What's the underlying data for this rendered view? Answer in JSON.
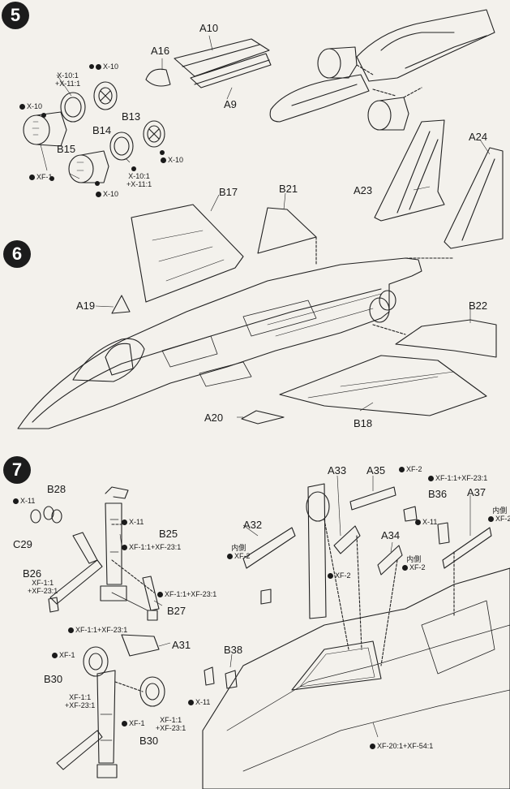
{
  "steps": {
    "s5": "5",
    "s6": "6",
    "s7": "7"
  },
  "parts": {
    "A10": "A10",
    "A16": "A16",
    "A9": "A9",
    "B13": "B13",
    "B14": "B14",
    "B15": "B15",
    "A23": "A23",
    "A24": "A24",
    "B17": "B17",
    "B21": "B21",
    "A19": "A19",
    "B22": "B22",
    "A20": "A20",
    "B18": "B18",
    "B28": "B28",
    "C29": "C29",
    "B25": "B25",
    "B26": "B26",
    "B27": "B27",
    "A31": "A31",
    "B30a": "B30",
    "B30b": "B30",
    "A32": "A32",
    "A33": "A33",
    "A35": "A35",
    "B36": "B36",
    "A37": "A37",
    "A34": "A34",
    "B38": "B38"
  },
  "paints": {
    "x10a": "X-10",
    "x10x11a_1": "X-10:1",
    "x10x11a_2": "+X-11:1",
    "x10b": "X-10",
    "xf1a": "XF-1",
    "x10c": "X-10",
    "x10d": "X-10",
    "x10x11b_1": "X-10:1",
    "x10x11b_2": "+X-11:1",
    "x11a": "X-11",
    "x11b": "X-11",
    "xf1xf23a": "XF-1:1+XF-23:1",
    "xf1xf23b_1": "XF-1:1",
    "xf1xf23b_2": "+XF-23:1",
    "xf1xf23c": "XF-1:1+XF-23:1",
    "xf1xf23d": "XF-1:1+XF-23:1",
    "xf1b": "XF-1",
    "xf1xf23e_1": "XF-1:1",
    "xf1xf23e_2": "+XF-23:1",
    "xf1c": "XF-1",
    "xf1xf23f_1": "XF-1:1",
    "xf1xf23f_2": "+XF-23:1",
    "inner_a": "内側",
    "xf2a": "XF-2",
    "xf2b": "XF-2",
    "xf2c": "XF-2",
    "xf1xf23g": "XF-1:1+XF-23:1",
    "x11c": "X-11",
    "inner_b": "内側",
    "xf2d": "XF-2",
    "inner_c": "内側",
    "xf2e": "XF-2",
    "x11d": "X-11",
    "xf20xf54": "XF-20:1+XF-54:1"
  }
}
